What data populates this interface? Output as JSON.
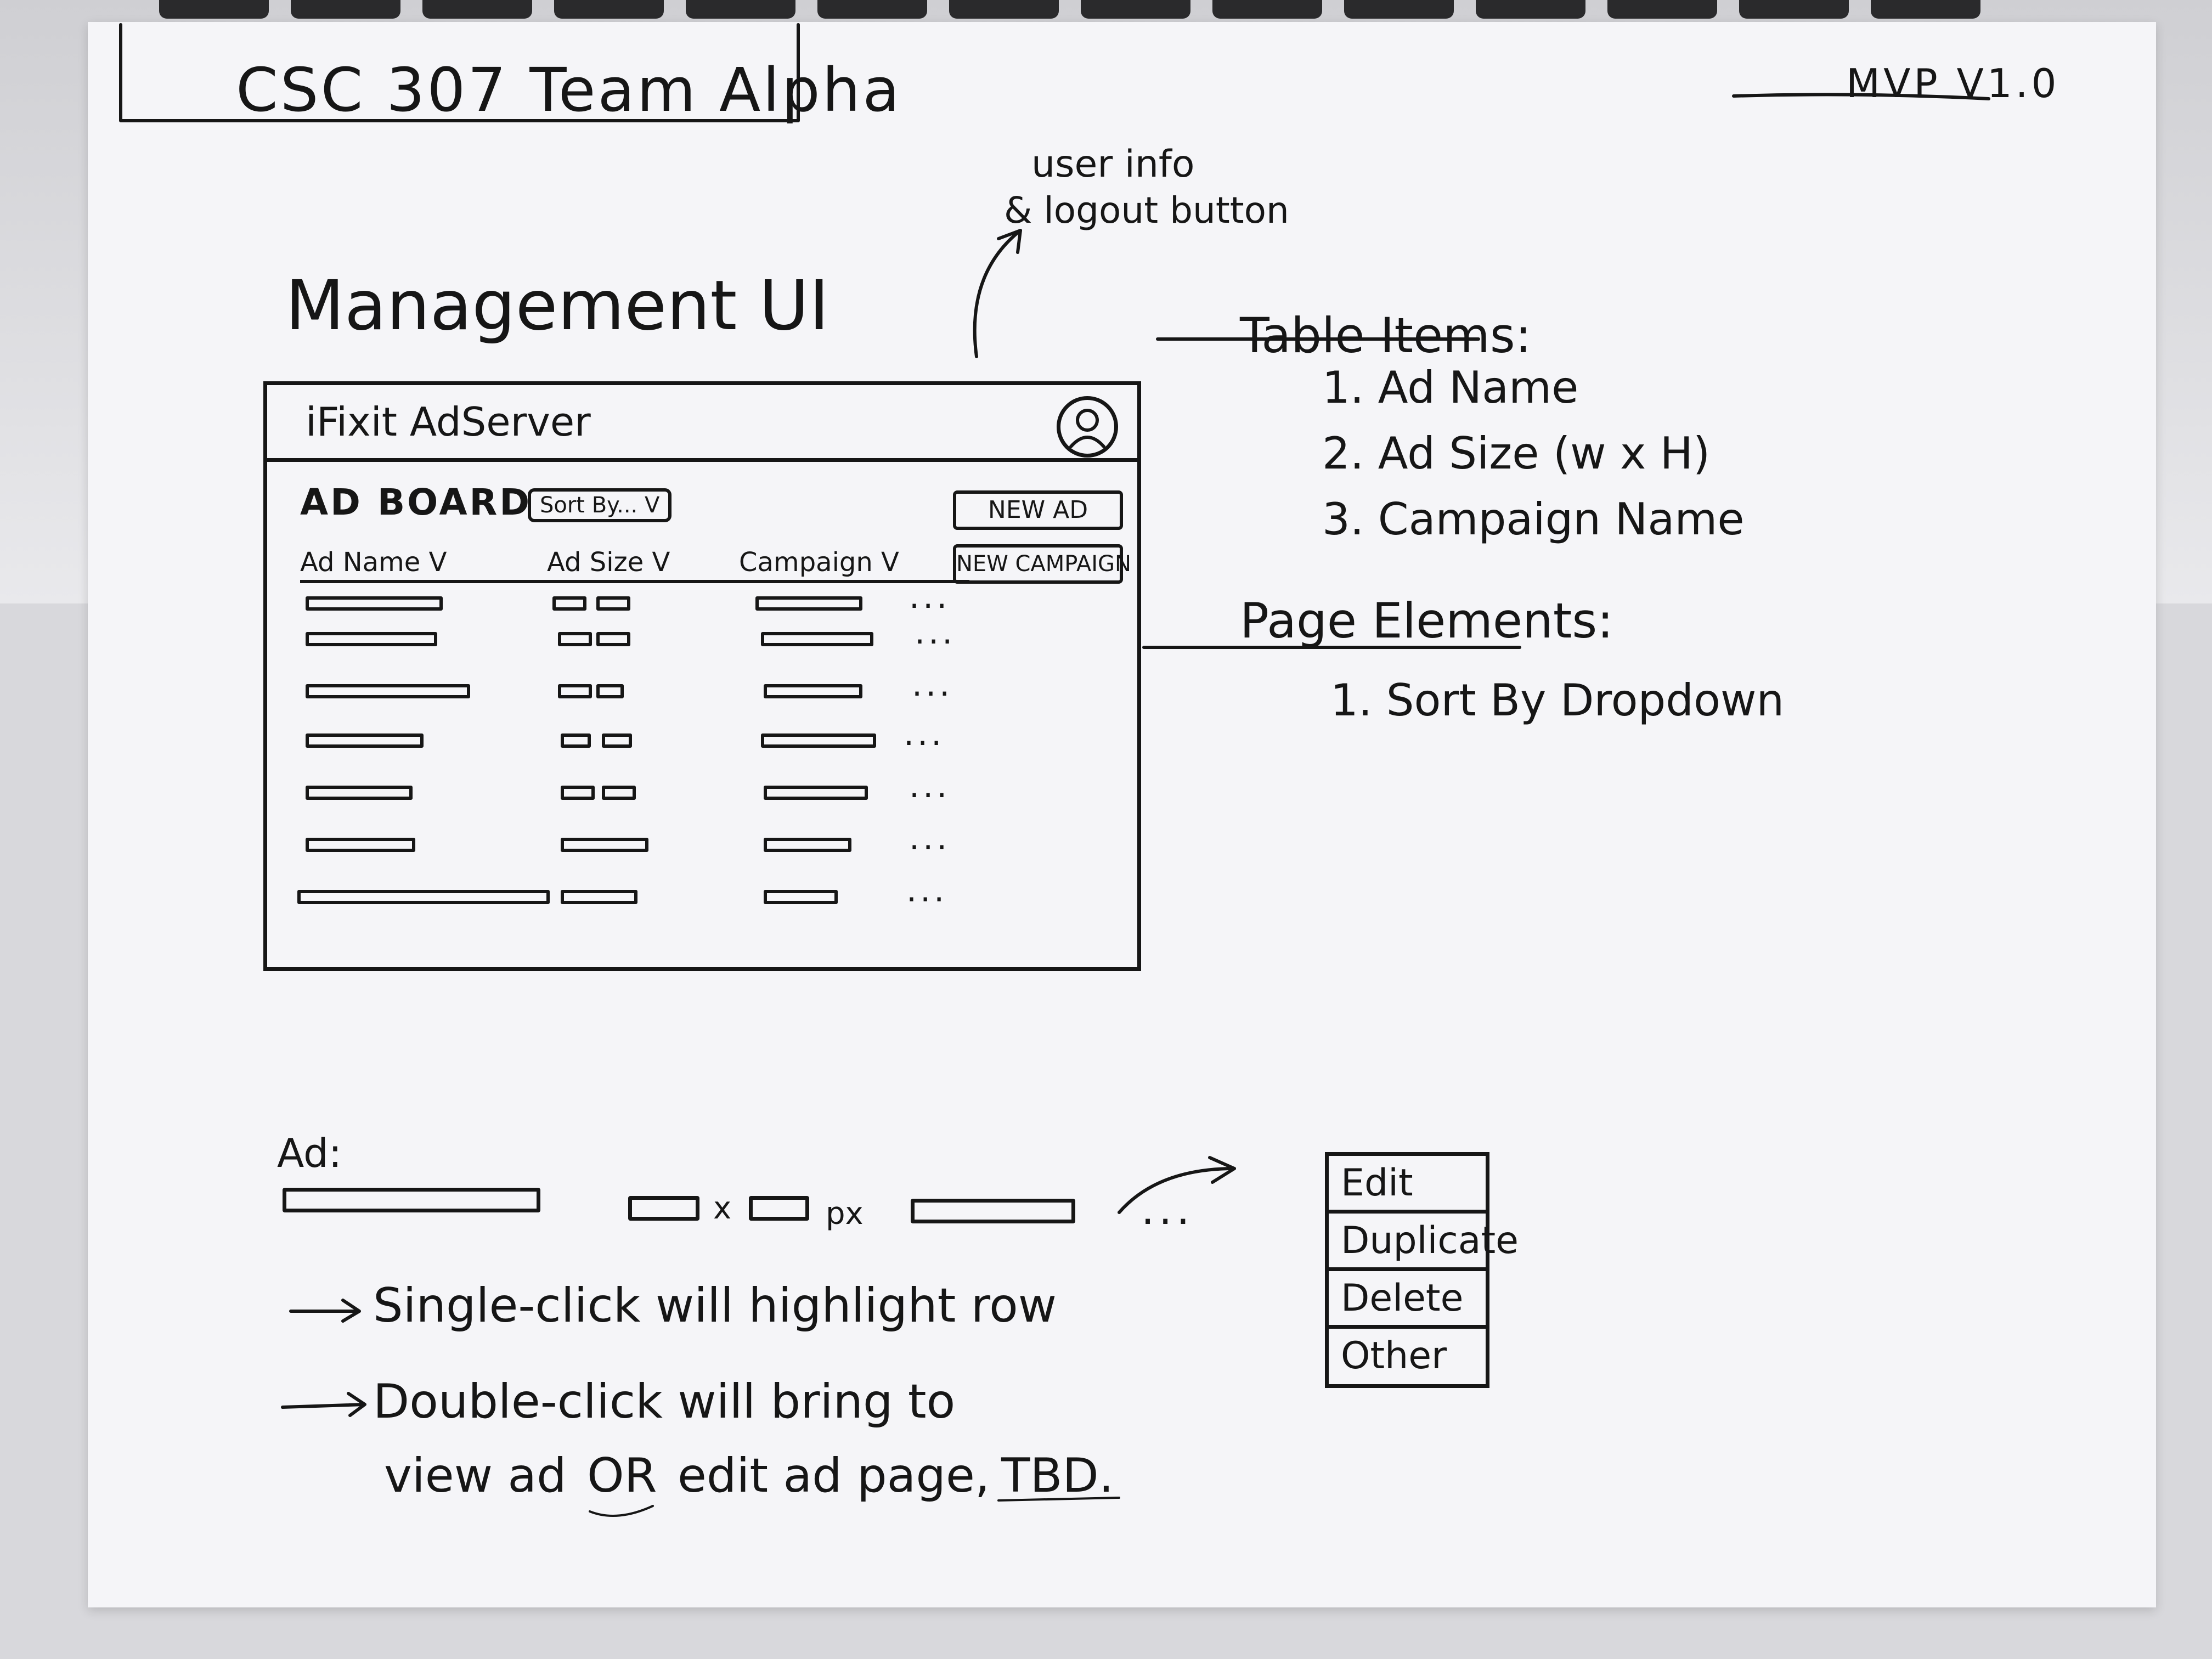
{
  "sketch": {
    "title": "CSC 307 Team Alpha",
    "version": "MVP V1.0",
    "annotation_user_info": "user info",
    "annotation_logout": "& logout button",
    "section_title": "Management UI"
  },
  "mockup": {
    "app_title": "iFixit AdServer",
    "avatar_icon": "user-avatar-icon",
    "board_title": "AD BOARD",
    "sort_by_label": "Sort By... V",
    "new_ad_label": "NEW AD",
    "new_campaign_label": "NEW CAMPAIGN",
    "columns": [
      "Ad Name V",
      "Ad Size V",
      "Campaign V"
    ],
    "row_menu_glyph": "...",
    "row_count": 7
  },
  "notes": {
    "table_items_title": "Table Items:",
    "table_items": [
      "1. Ad Name",
      "2. Ad Size (w x H)",
      "3. Campaign Name"
    ],
    "page_elements_title": "Page Elements:",
    "page_elements": [
      "1. Sort By Dropdown"
    ]
  },
  "ad_detail": {
    "label": "Ad:",
    "times_sign": "x",
    "px_unit": "px",
    "menu_glyph": "...",
    "menu_items": [
      "Edit",
      "Duplicate",
      "Delete",
      "Other"
    ],
    "bullet_1": "Single-click will highlight row",
    "bullet_2": "Double-click will bring to",
    "bullet_2_cont_a": "view ad",
    "bullet_2_cont_or": "OR",
    "bullet_2_cont_b": "edit ad page,",
    "bullet_2_cont_tbd": "TBD."
  }
}
